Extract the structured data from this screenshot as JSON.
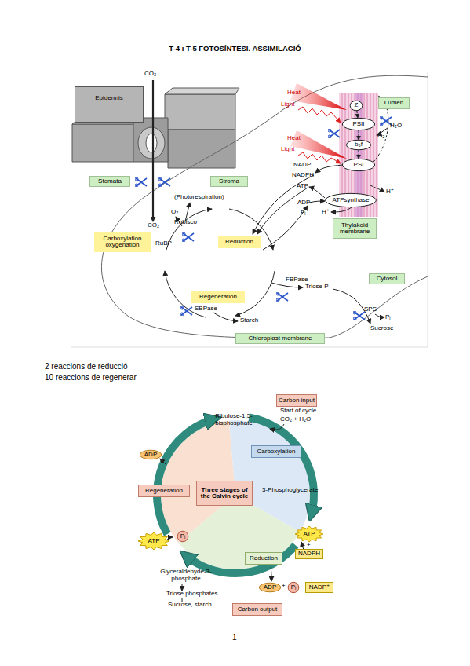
{
  "diagram": {
    "title": "T-4 i T-5 FOTOSÍNTESI. ASSIMILACIÓ",
    "nodes": [
      {
        "text": [
          "Epidermis"
        ]
      },
      {
        "text": [
          "Lumen"
        ]
      },
      {
        "text": [
          "Z"
        ]
      },
      {
        "text": [
          "PSII"
        ]
      },
      {
        "text": [
          "b₆f"
        ]
      },
      {
        "text": [
          "PSI"
        ]
      },
      {
        "text": [
          "ATPsynthase"
        ]
      },
      {
        "text": [
          "Thylakoid membrane"
        ]
      },
      {
        "text": [
          "Stomata"
        ]
      },
      {
        "text": [
          "Stroma"
        ]
      },
      {
        "text": [
          "Carboxylation oxygenation"
        ]
      },
      {
        "text": [
          "Reduction"
        ]
      },
      {
        "text": [
          "Cytosol"
        ]
      },
      {
        "text": [
          "Regeneration"
        ]
      },
      {
        "text": [
          "Chloroplast membrane"
        ]
      },
      {
        "text": [
          "Carbon input"
        ]
      },
      {
        "text": [
          "ADP"
        ]
      },
      {
        "text": [
          "Carboxylation"
        ]
      },
      {
        "text": [
          "Regeneration"
        ]
      },
      {
        "text": [
          "Three stages of the Calvin cycle"
        ]
      },
      {
        "text": [
          "Pᵢ"
        ]
      },
      {
        "text": [
          "ATP"
        ]
      },
      {
        "text": [
          "ATP"
        ]
      },
      {
        "text": [
          "NADPH"
        ]
      },
      {
        "text": [
          "Reduction"
        ]
      },
      {
        "text": [
          "ADP"
        ]
      },
      {
        "text": [
          "Pᵢ"
        ]
      },
      {
        "text": [
          "NADP⁺"
        ]
      },
      {
        "text": [
          "Carbon output"
        ]
      }
    ],
    "edges": [
      {
        "from": 2,
        "to": 3,
        "arrow": "to"
      },
      {
        "from": 3,
        "to": 4,
        "arrow": "to"
      },
      {
        "from": 4,
        "to": 5,
        "arrow": "to"
      }
    ],
    "labels": [
      "CO₂",
      "Heat",
      "Light",
      "H₂O",
      "O₂",
      "Heat",
      "Light",
      "NADP",
      "NADPH",
      "ATP",
      "ADP",
      "Pᵢ",
      "H⁺",
      "H⁺",
      "(Photorespiration)",
      "O₂",
      "Rubisco",
      "CO₂",
      "RuBP",
      "FBPase",
      "Triose P",
      "SBPase",
      "Starch",
      "SPS",
      "Pᵢ",
      "Sucrose",
      "2 reaccions de reducció",
      "10 reaccions de regenerar",
      "Start of cycle",
      "CO₂ + H₂O",
      "Ribulose-1,5- bisphosphate",
      "3-Phosphoglycerate",
      "+",
      "Glyceraldehyde-3- phosphate",
      "Triose phosphates",
      "Sucrose, starch",
      "+",
      "1"
    ]
  }
}
